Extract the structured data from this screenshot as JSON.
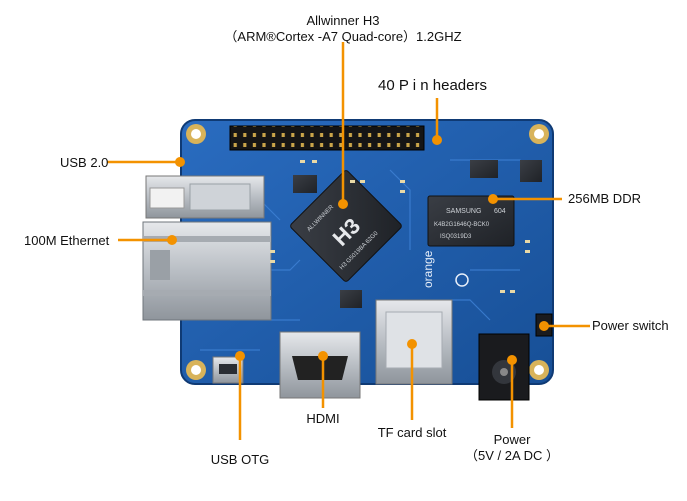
{
  "labels": {
    "cpu_title": "Allwinner H3",
    "cpu_detail": "（ARM®Cortex   -A7 Quad-core）1.2GHZ",
    "gpio": "40 P i n headers",
    "usb2": "USB 2.0",
    "ddr": "256MB DDR",
    "ethernet": "100M Ethernet",
    "power_switch": "Power switch",
    "hdmi": "HDMI",
    "tf": "TF card slot",
    "usb_otg": "USB OTG",
    "power": "Power",
    "power_detail": "（5V / 2A DC ）"
  },
  "chips": {
    "cpu_mark": "H3",
    "cpu_brand": "ALLWINNER",
    "cpu_code": "H3 G5019BA 62G0",
    "ram_brand": "SAMSUNG",
    "ram_code": "K4B2G1646Q-BCK0",
    "ram_sub": "604",
    "ram_lot": "ISQ0319D3",
    "logo_text": "orange"
  },
  "colors": {
    "pcb": "#1f5fae",
    "pcb_dark": "#163f7c",
    "callout": "#f39200",
    "gold": "#d8b35a",
    "metal": "#bfc3c8",
    "chip": "#2a2d33"
  }
}
